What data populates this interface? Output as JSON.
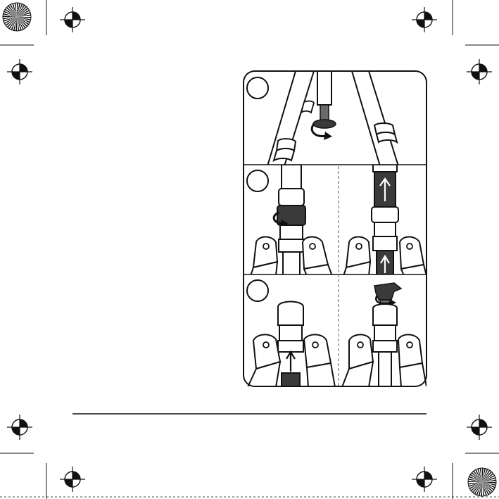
{
  "page": {
    "background": "#ffffff",
    "ink": "#111111",
    "dark_part": "#3a3a3a",
    "mid_part": "#6a6a6a"
  },
  "figure": {
    "panel_count": 3,
    "steps": [
      {
        "id": 1,
        "label": "",
        "scenes": [
          "pull-out-hook-rotate"
        ]
      },
      {
        "id": 2,
        "label": "",
        "scenes": [
          "unlock-center-column",
          "raise-center-column"
        ]
      },
      {
        "id": 3,
        "label": "",
        "scenes": [
          "insert-column-from-below",
          "mount-head-screw"
        ]
      }
    ]
  },
  "icons": {
    "crop_marks": "registration-mark-icon",
    "color_targets": "color-bar-target-icon",
    "arrows": [
      "rotate-arrow-icon",
      "up-arrow-icon"
    ]
  }
}
